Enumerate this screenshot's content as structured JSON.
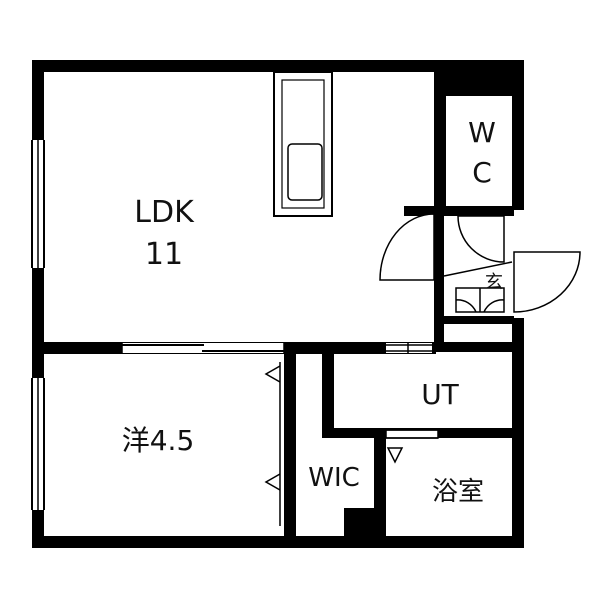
{
  "rooms": {
    "ldk": {
      "name": "LDK",
      "size": "11"
    },
    "western": {
      "label": "洋4.5"
    },
    "wic": {
      "label": "WIC"
    },
    "ut": {
      "label": "UT"
    },
    "bath": {
      "label": "浴室"
    },
    "wc": {
      "line1": "W",
      "line2": "C"
    },
    "entrance": {
      "label": "玄"
    }
  },
  "colors": {
    "wall": "#000000",
    "background": "#ffffff",
    "text": "#111111"
  }
}
